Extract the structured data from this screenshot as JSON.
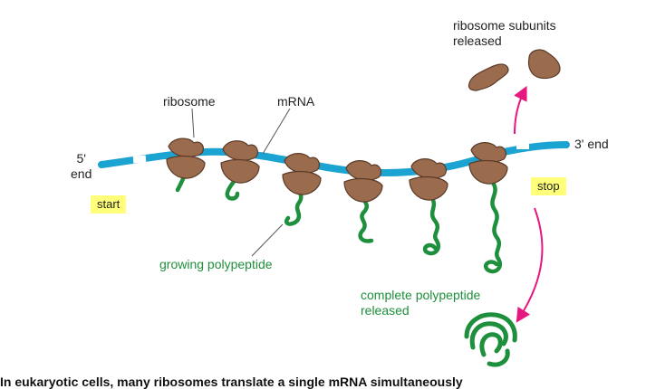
{
  "labels": {
    "ribosome_subunits_line1": "ribosome subunits",
    "ribosome_subunits_line2": "released",
    "ribosome": "ribosome",
    "mrna": "mRNA",
    "five_prime_line1": "5'",
    "five_prime_line2": "end",
    "three_prime": "3' end",
    "start": "start",
    "stop": "stop",
    "growing_polypeptide": "growing polypeptide",
    "complete_line1": "complete polypeptide",
    "complete_line2": "released"
  },
  "caption": "In eukaryotic cells, many ribosomes translate a single mRNA simultaneously",
  "colors": {
    "mrna": "#1ba3d1",
    "ribosome": "#9b6b4e",
    "ribosome_outline": "#5a3b28",
    "polypeptide": "#1e8f3c",
    "arrow": "#e6177e",
    "tag_bg": "#ffff7a"
  }
}
